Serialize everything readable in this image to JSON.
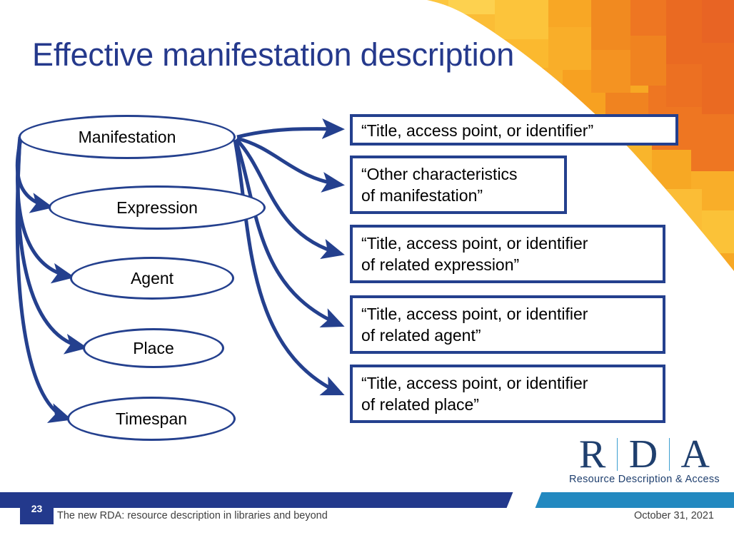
{
  "slide": {
    "title": "Effective manifestation description",
    "background_color": "#ffffff",
    "accent_navy": "#24408e",
    "accent_light_blue": "#2389c0",
    "accent_orange": "#ed6b23",
    "accent_yellow": "#fcc03c"
  },
  "diagram": {
    "entities": [
      {
        "label": "Manifestation"
      },
      {
        "label": "Expression"
      },
      {
        "label": "Agent"
      },
      {
        "label": "Place"
      },
      {
        "label": "Timespan"
      }
    ],
    "descriptions": [
      {
        "line1": "“Title, access point, or identifier”",
        "line2": ""
      },
      {
        "line1": "“Other characteristics",
        "line2": "of manifestation”"
      },
      {
        "line1": "“Title, access point, or identifier",
        "line2": "of related expression”"
      },
      {
        "line1": "“Title, access point, or identifier",
        "line2": "of related agent”"
      },
      {
        "line1": "“Title, access point, or identifier",
        "line2": "of related place”"
      }
    ]
  },
  "logo": {
    "letter_r": "R",
    "letter_d": "D",
    "letter_a": "A",
    "tagline": "Resource Description & Access"
  },
  "footer": {
    "page_number": "23",
    "left_text": "The new RDA: resource description in libraries and beyond",
    "right_text": "October 31, 2021"
  }
}
